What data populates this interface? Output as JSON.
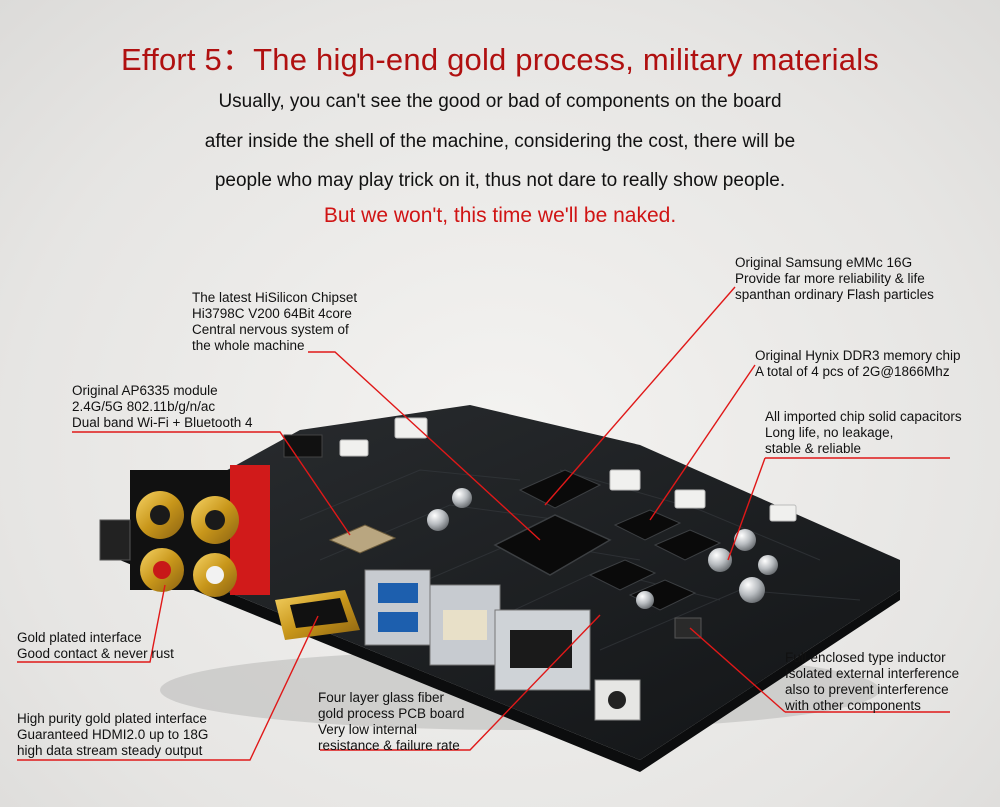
{
  "headline": "Effort 5：The high-end gold process, military materials",
  "intro": [
    "Usually, you can't see the good or bad of components on the board",
    "after inside the shell of the machine, considering the cost, there will be",
    "people who may play trick on it, thus not dare to really show people."
  ],
  "tagline": "But we won't, this time we'll be naked.",
  "callouts": {
    "emmc": [
      "Original Samsung eMMc 16G",
      "Provide far more reliability & life",
      "spanthan ordinary Flash particles"
    ],
    "chipset": [
      "The latest HiSilicon Chipset",
      "Hi3798C V200 64Bit 4core",
      "Central nervous system of",
      "the whole machine"
    ],
    "ddr3": [
      "Original Hynix DDR3 memory chip",
      "A total of 4 pcs of 2G@1866Mhz"
    ],
    "wifi": [
      "Original AP6335 module",
      "2.4G/5G 802.11b/g/n/ac",
      "Dual band Wi-Fi + Bluetooth 4"
    ],
    "capacitors": [
      "All imported chip solid capacitors",
      "Long life, no leakage,",
      "stable & reliable"
    ],
    "gold_interface": [
      "Gold plated interface",
      "Good contact & never rust"
    ],
    "inductor": [
      "Full enclosed type inductor",
      "Isolated external interference",
      "also to prevent interference",
      "with other components"
    ],
    "pcb": [
      "Four layer glass fiber",
      "gold process PCB  board",
      "Very low internal",
      "resistance & failure rate"
    ],
    "hdmi": [
      "High purity gold plated interface",
      "Guaranteed HDMI2.0 up to 18G",
      "high data stream steady output"
    ]
  },
  "colors": {
    "headline": "#b01010",
    "tagline": "#d01414",
    "leader_line": "#e01818",
    "pcb": "#1a1c1e",
    "gold": "#d4a017"
  }
}
